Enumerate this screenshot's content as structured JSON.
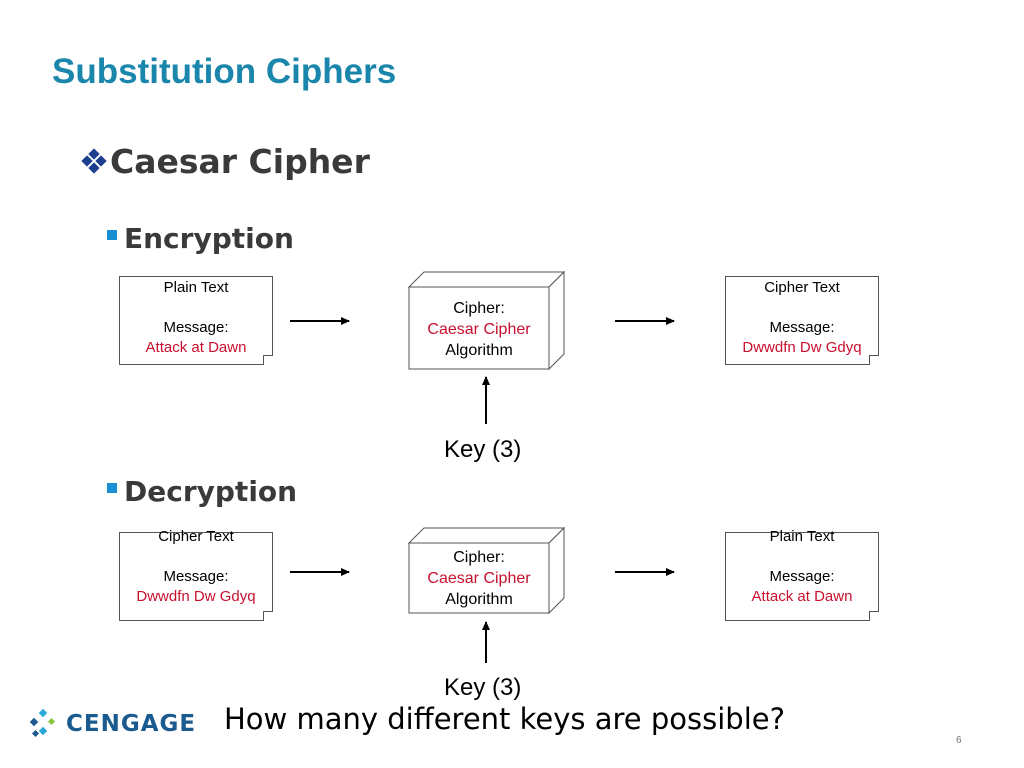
{
  "slide": {
    "title": "Substitution Ciphers",
    "bullet_main": "Caesar Cipher",
    "question": "How many different keys are possible?",
    "page_number": "6",
    "logo_text": "CENGAGE"
  },
  "encryption": {
    "heading": "Encryption",
    "input_doc": {
      "header": "Plain Text",
      "label": "Message:",
      "message": "Attack at Dawn"
    },
    "cipher": {
      "line1": "Cipher:",
      "line2": "Caesar Cipher",
      "line3": "Algorithm"
    },
    "output_doc": {
      "header": "Cipher Text",
      "label": "Message:",
      "message": "Dwwdfn Dw Gdyq"
    },
    "key_label": "Key (3)"
  },
  "decryption": {
    "heading": "Decryption",
    "input_doc": {
      "header": "Cipher Text",
      "label": "Message:",
      "message": "Dwwdfn Dw Gdyq"
    },
    "cipher": {
      "line1": "Cipher:",
      "line2": "Caesar Cipher",
      "line3": "Algorithm"
    },
    "output_doc": {
      "header": "Plain Text",
      "label": "Message:",
      "message": "Attack at Dawn"
    },
    "key_label": "Key (3)"
  },
  "colors": {
    "title": "#1b86ac",
    "highlight": "#c8102e",
    "bullet": "#1a8fd1"
  }
}
